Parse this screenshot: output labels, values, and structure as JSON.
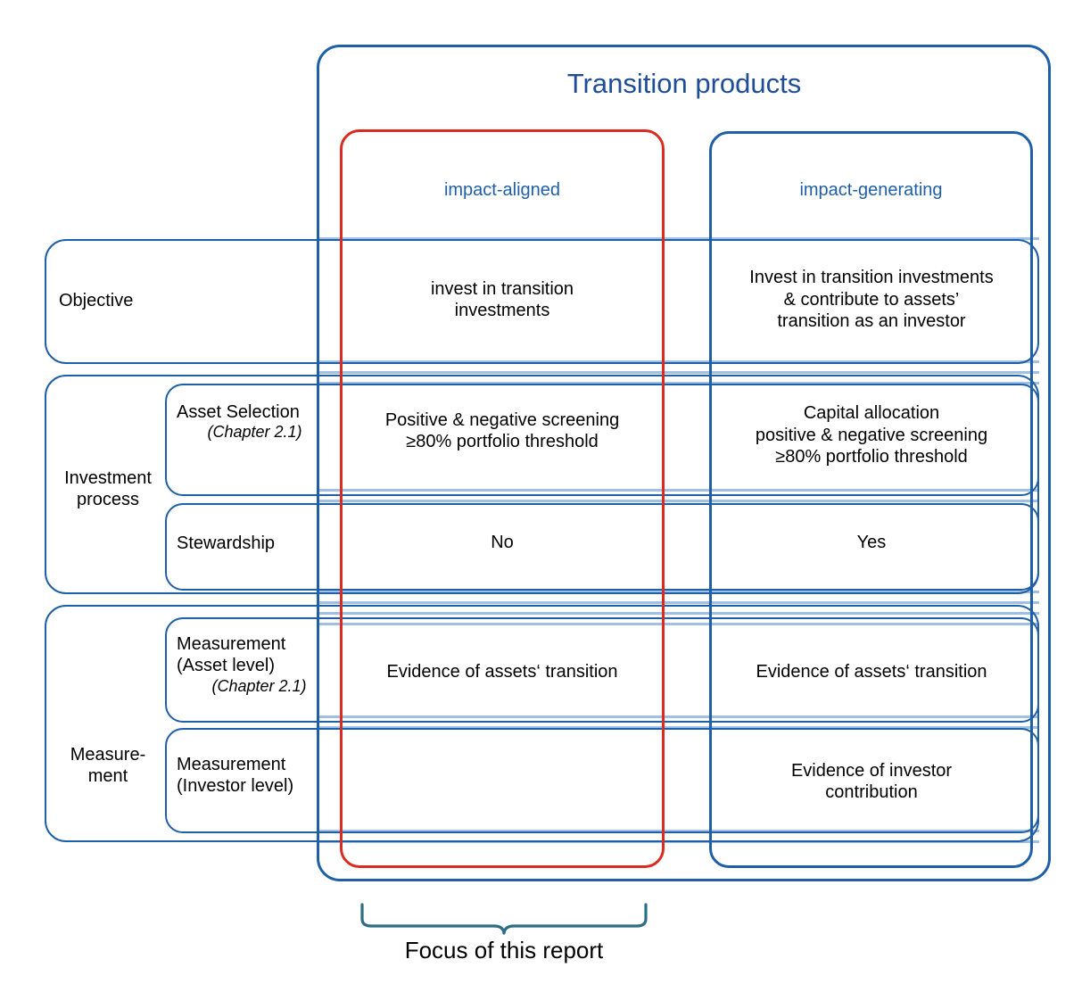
{
  "diagram": {
    "title": "Transition products",
    "caption": "Focus of this report",
    "colors": {
      "outline_blue": "#1F5FA8",
      "title_blue": "#1F4E96",
      "highlight_red": "#D92B20",
      "rule_blue": "#9FC0E4",
      "bracket_teal": "#2E6E84"
    },
    "columns": [
      {
        "key": "impact_aligned",
        "label": "impact-aligned",
        "highlight": "red"
      },
      {
        "key": "impact_generating",
        "label": "impact-generating",
        "highlight": "blue"
      }
    ],
    "rows": [
      {
        "group": "Objective",
        "sub": "",
        "chapter": "",
        "impact_aligned": "invest in transition investments",
        "impact_generating": "Invest in transition investments & contribute to assets’ transition as an investor"
      },
      {
        "group": "Investment process",
        "sub": "Asset Selection",
        "chapter": "(Chapter 2.1)",
        "impact_aligned": "Positive & negative screening ≥80% portfolio threshold",
        "impact_generating": "Capital allocation positive & negative screening ≥80% portfolio threshold"
      },
      {
        "group": "",
        "sub": "Stewardship",
        "chapter": "",
        "impact_aligned": "No",
        "impact_generating": "Yes"
      },
      {
        "group": "Measure-ment",
        "sub": "Measurement (Asset level)",
        "chapter": "(Chapter 2.1)",
        "impact_aligned": "Evidence of assets‘ transition",
        "impact_generating": "Evidence of assets‘ transition"
      },
      {
        "group": "",
        "sub": "Measurement (Investor level)",
        "chapter": "",
        "impact_aligned": "",
        "impact_generating": "Evidence of investor contribution"
      }
    ],
    "row_labels": {
      "objective": "Objective",
      "investment_process_l1": "Investment",
      "investment_process_l2": "process",
      "measurement_l1": "Measure-",
      "measurement_l2": "ment"
    },
    "sub_labels": {
      "asset_selection": "Asset Selection",
      "asset_selection_chapter": "(Chapter 2.1)",
      "stewardship": "Stewardship",
      "measurement_asset_l1": "Measurement",
      "measurement_asset_l2": "(Asset level)",
      "measurement_asset_chapter": "(Chapter 2.1)",
      "measurement_investor_l1": "Measurement",
      "measurement_investor_l2": "(Investor level)"
    },
    "cells": {
      "objective_aligned_l1": "invest in transition",
      "objective_aligned_l2": "investments",
      "objective_generating_l1": "Invest in transition investments",
      "objective_generating_l2": "& contribute to assets’",
      "objective_generating_l3": "transition as an investor",
      "asset_aligned_l1": "Positive & negative screening",
      "asset_aligned_l2": "≥80% portfolio threshold",
      "asset_generating_l1": "Capital allocation",
      "asset_generating_l2": "positive & negative screening",
      "asset_generating_l3": "≥80% portfolio threshold",
      "steward_aligned": "No",
      "steward_generating": "Yes",
      "meas_asset_aligned": "Evidence of assets‘ transition",
      "meas_asset_generating": "Evidence of assets‘ transition",
      "meas_investor_aligned": "",
      "meas_investor_generating_l1": "Evidence of investor",
      "meas_investor_generating_l2": "contribution"
    }
  }
}
